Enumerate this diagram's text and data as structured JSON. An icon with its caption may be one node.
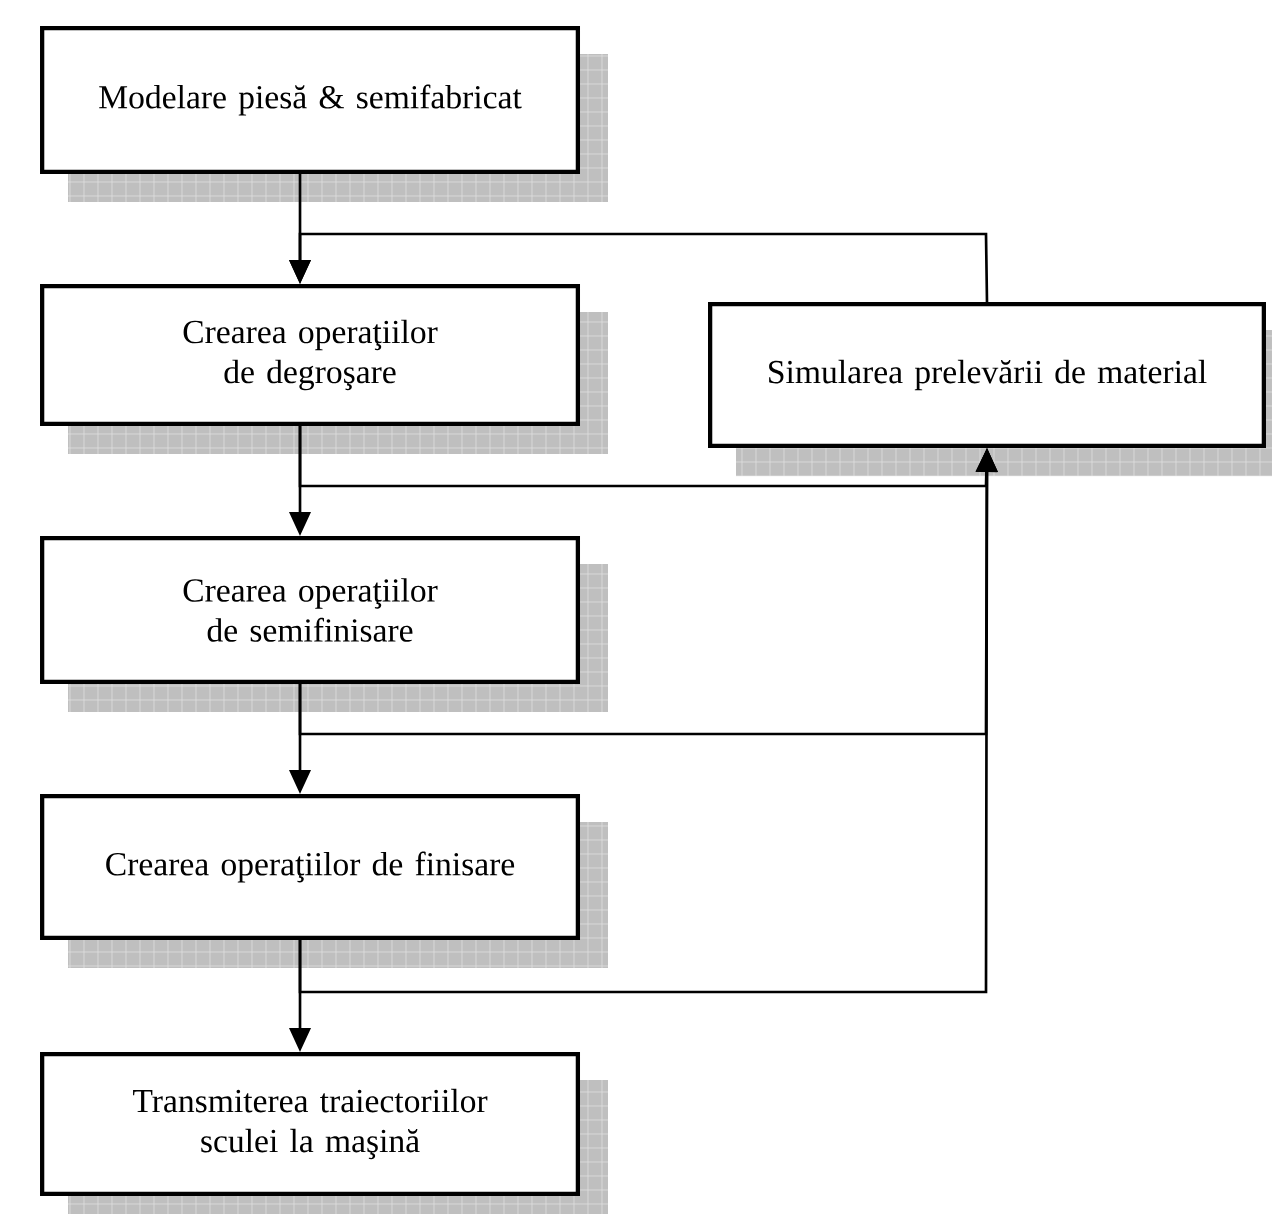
{
  "diagram": {
    "nodes": [
      {
        "text": [
          "Modelare piesă & semifabricat"
        ]
      },
      {
        "text": [
          "Crearea operaţiilor de degroşare"
        ]
      },
      {
        "text": [
          "Simularea prelevării de material"
        ]
      },
      {
        "text": [
          "Crearea operaţiilor de semifinisare"
        ]
      },
      {
        "text": [
          "Crearea operaţiilor de finisare"
        ]
      },
      {
        "text": [
          "Transmiterea traiectoriilor sculei la maşină"
        ]
      }
    ],
    "edges": [
      {
        "from": 0,
        "to": 1,
        "arrow": "to"
      },
      {
        "from": 1,
        "to": 3,
        "arrow": "to"
      },
      {
        "from": 3,
        "to": 4,
        "arrow": "to"
      },
      {
        "from": 4,
        "to": 5,
        "arrow": "to"
      },
      {
        "from": 1,
        "to": 2,
        "arrow": "to"
      },
      {
        "from": 3,
        "to": 2,
        "arrow": "to"
      },
      {
        "from": 4,
        "to": 2,
        "arrow": "to"
      },
      {
        "from": 2,
        "to": 1,
        "arrow": "to"
      }
    ]
  }
}
